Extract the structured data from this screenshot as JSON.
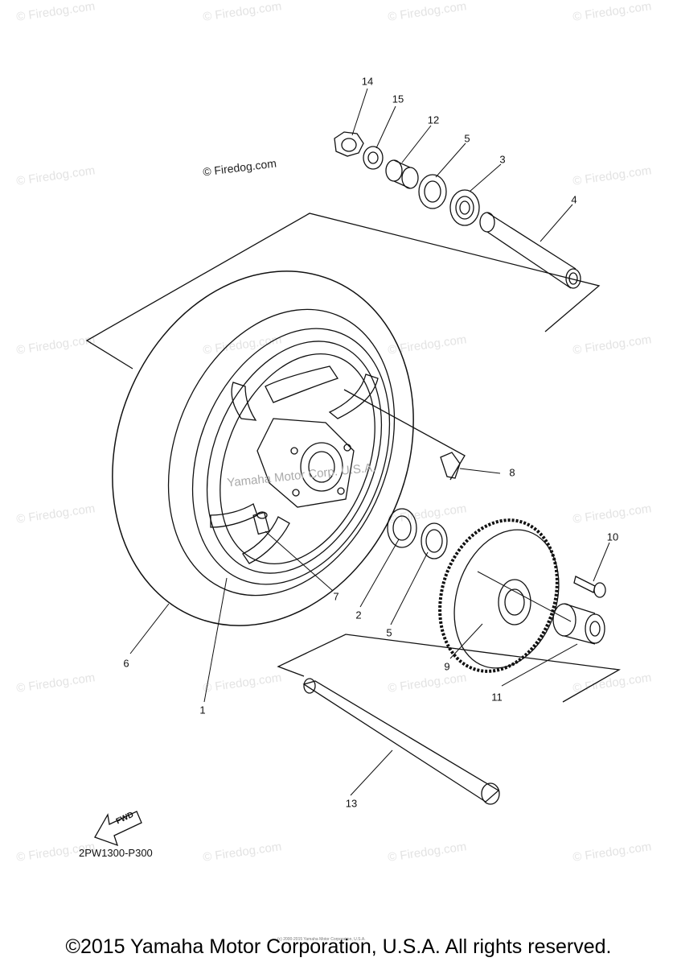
{
  "watermark": "© Firedog.com",
  "firedog_label": "© Firedog.com",
  "center_watermark": "Yamaha Motor Corp. U.S.A.",
  "diagram_code": "2PW1300-P300",
  "fwd_label": "FWD",
  "fine_print": "(c) 2000-2015 Yamaha Motor Corporation, U.S.A.",
  "copyright": "©2015 Yamaha Motor Corporation, U.S.A. All rights reserved.",
  "parts": {
    "p1": "1",
    "p2": "2",
    "p3": "3",
    "p4": "4",
    "p5a": "5",
    "p5b": "5",
    "p6": "6",
    "p7": "7",
    "p8": "8",
    "p9": "9",
    "p10": "10",
    "p11": "11",
    "p12": "12",
    "p13": "13",
    "p14": "14",
    "p15": "15"
  }
}
